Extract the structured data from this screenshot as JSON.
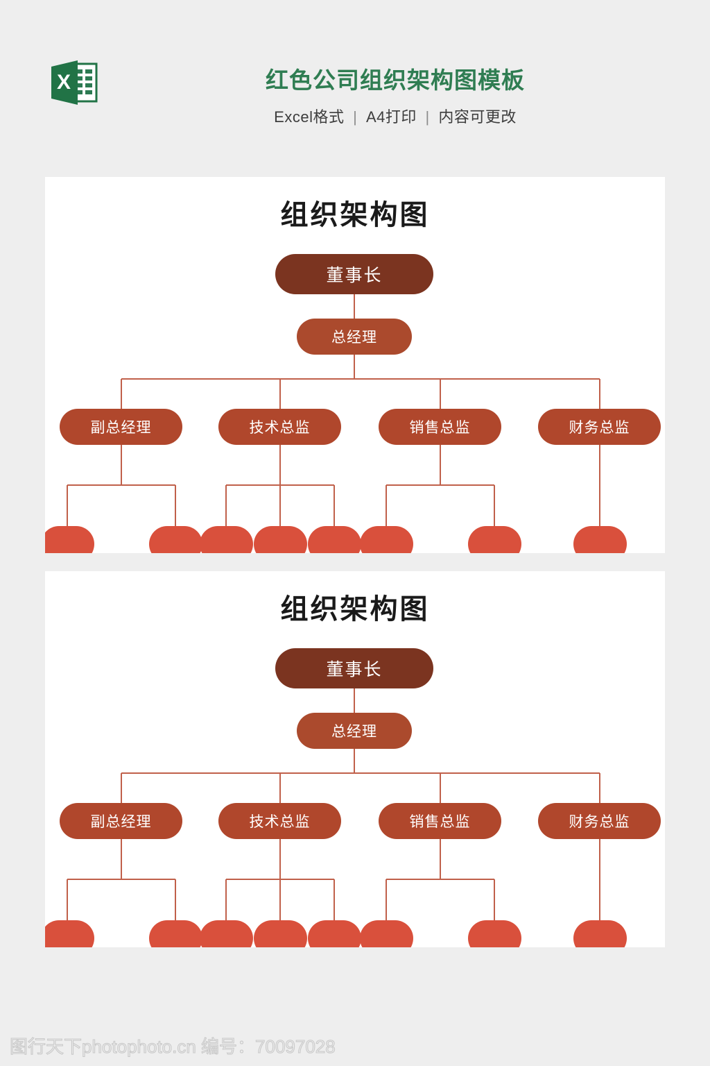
{
  "header": {
    "logo_icon": "excel-icon",
    "logo_letter": "X",
    "title": "红色公司组织架构图模板",
    "subtitle_parts": [
      "Excel格式",
      "A4打印",
      "内容可更改"
    ],
    "subtitle_separator": "|",
    "title_color": "#2f7d52",
    "logo_color": "#217346"
  },
  "cards": [
    {
      "title": "组织架构图"
    },
    {
      "title": "组织架构图"
    }
  ],
  "chart_data": {
    "type": "diagram",
    "subtype": "organization-chart",
    "title": "组织架构图",
    "repeats": 2,
    "colors": {
      "level1": "#7b3420",
      "level2": "#ab4a2d",
      "level3": "#b0472c",
      "level4": "#d9503c",
      "connector": "#c0604a",
      "card_background": "#ffffff",
      "page_background": "#eeeeee",
      "node_text": "#ffffff"
    },
    "levels": [
      {
        "level": 1,
        "nodes": [
          "董事长"
        ]
      },
      {
        "level": 2,
        "nodes": [
          "总经理"
        ]
      },
      {
        "level": 3,
        "nodes": [
          "副总经理",
          "技术总监",
          "销售总监",
          "财务总监"
        ]
      },
      {
        "level": 4,
        "nodes": [
          "",
          "",
          "",
          "",
          "",
          "",
          "",
          ""
        ],
        "note": "clipped-by-card-edge"
      }
    ],
    "edges": [
      {
        "from": "董事长",
        "to": "总经理"
      },
      {
        "from": "总经理",
        "to": "副总经理"
      },
      {
        "from": "总经理",
        "to": "技术总监"
      },
      {
        "from": "总经理",
        "to": "销售总监"
      },
      {
        "from": "总经理",
        "to": "财务总监"
      },
      {
        "from": "副总经理",
        "to": "leaf-1"
      },
      {
        "from": "副总经理",
        "to": "leaf-2"
      },
      {
        "from": "技术总监",
        "to": "leaf-3"
      },
      {
        "from": "技术总监",
        "to": "leaf-4"
      },
      {
        "from": "技术总监",
        "to": "leaf-5"
      },
      {
        "from": "销售总监",
        "to": "leaf-6"
      },
      {
        "from": "销售总监",
        "to": "leaf-7"
      },
      {
        "from": "财务总监",
        "to": "leaf-8"
      }
    ]
  },
  "footer": {
    "watermark": "图行天下photophoto.cn 编号：70097028",
    "site": "图行天下photophoto.cn",
    "id_label": "编号：",
    "id_value": "70097028"
  }
}
